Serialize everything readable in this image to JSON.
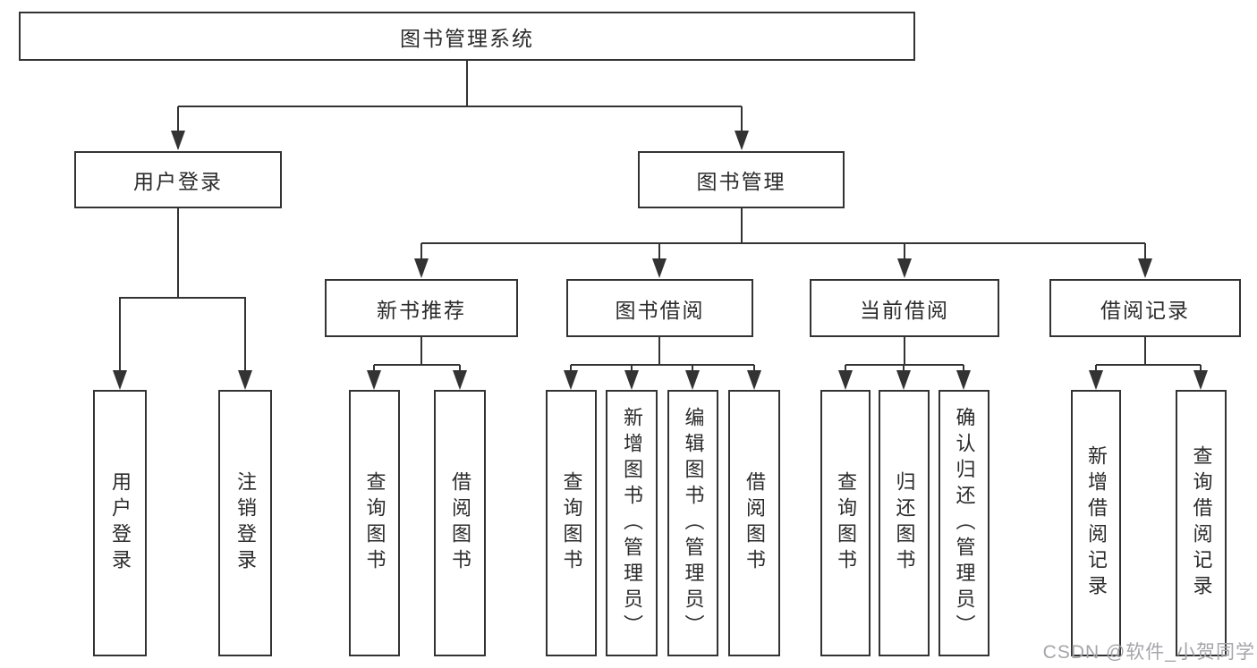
{
  "diagram": {
    "root": "图书管理系统",
    "level2": [
      "用户登录",
      "图书管理"
    ],
    "level3": [
      "新书推荐",
      "图书借阅",
      "当前借阅",
      "借阅记录"
    ],
    "level4": [
      "用户登录",
      "注销登录",
      "查询图书",
      "借阅图书",
      "查询图书",
      "新增图书（管理员）",
      "编辑图书（管理员）",
      "借阅图书",
      "查询图书",
      "归还图书",
      "确认归还（管理员）",
      "新增借阅记录",
      "查询借阅记录"
    ]
  },
  "watermark": {
    "text": "CSDN @软件_小贺同学"
  },
  "colors": {
    "line": "#333333",
    "box_border": "#333333",
    "text": "#2b2b2b",
    "background": "#ffffff",
    "watermark": "#a5a5aa"
  }
}
